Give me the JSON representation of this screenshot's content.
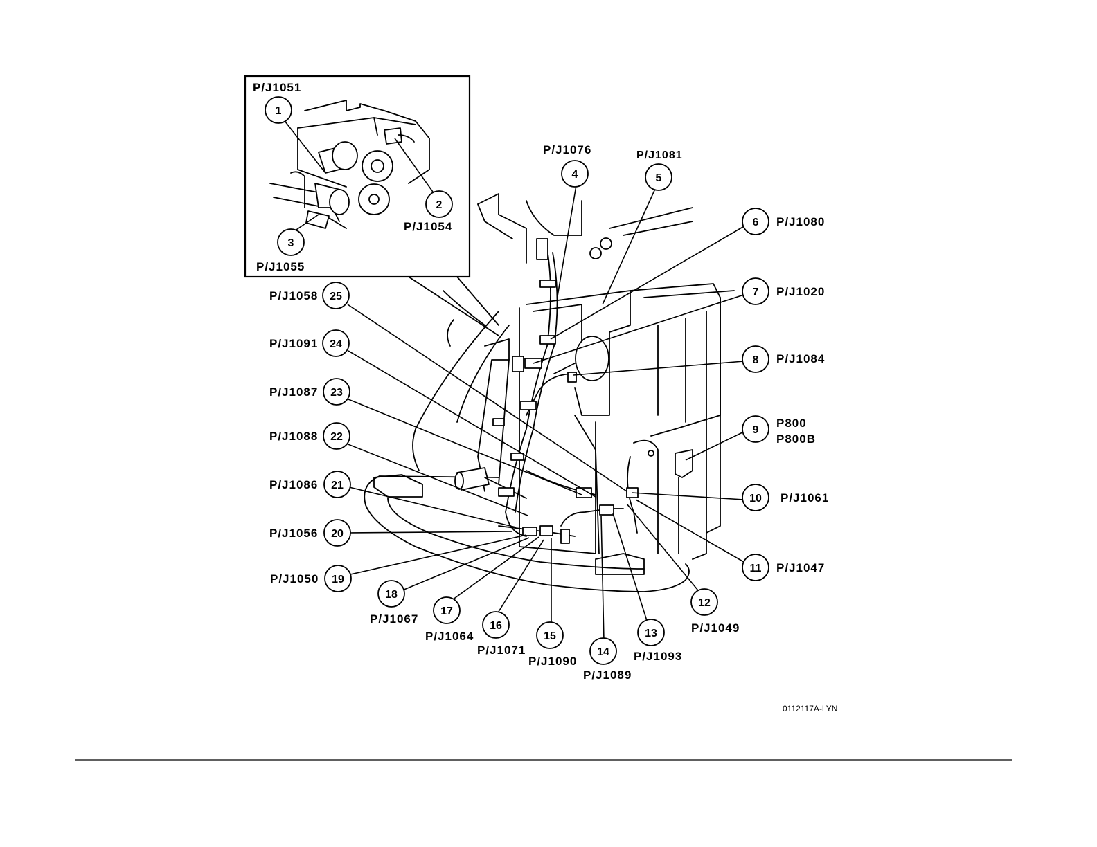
{
  "figure_id": "0112117A-LYN",
  "inset": {
    "callouts": [
      {
        "num": "1",
        "label": "P/J1051"
      },
      {
        "num": "2",
        "label": "P/J1054"
      },
      {
        "num": "3",
        "label": "P/J1055"
      }
    ]
  },
  "callouts": [
    {
      "num": "4",
      "label": "P/J1076"
    },
    {
      "num": "5",
      "label": "P/J1081"
    },
    {
      "num": "6",
      "label": "P/J1080"
    },
    {
      "num": "7",
      "label": "P/J1020"
    },
    {
      "num": "8",
      "label": "P/J1084"
    },
    {
      "num": "9",
      "label": "P800",
      "label2": "P800B"
    },
    {
      "num": "10",
      "label": "P/J1061"
    },
    {
      "num": "11",
      "label": "P/J1047"
    },
    {
      "num": "12",
      "label": "P/J1049"
    },
    {
      "num": "13",
      "label": "P/J1093"
    },
    {
      "num": "14",
      "label": "P/J1089"
    },
    {
      "num": "15",
      "label": "P/J1090"
    },
    {
      "num": "16",
      "label": "P/J1071"
    },
    {
      "num": "17",
      "label": "P/J1064"
    },
    {
      "num": "18",
      "label": "P/J1067"
    },
    {
      "num": "19",
      "label": "P/J1050"
    },
    {
      "num": "20",
      "label": "P/J1056"
    },
    {
      "num": "21",
      "label": "P/J1086"
    },
    {
      "num": "22",
      "label": "P/J1088"
    },
    {
      "num": "23",
      "label": "P/J1087"
    },
    {
      "num": "24",
      "label": "P/J1091"
    },
    {
      "num": "25",
      "label": "P/J1058"
    }
  ]
}
